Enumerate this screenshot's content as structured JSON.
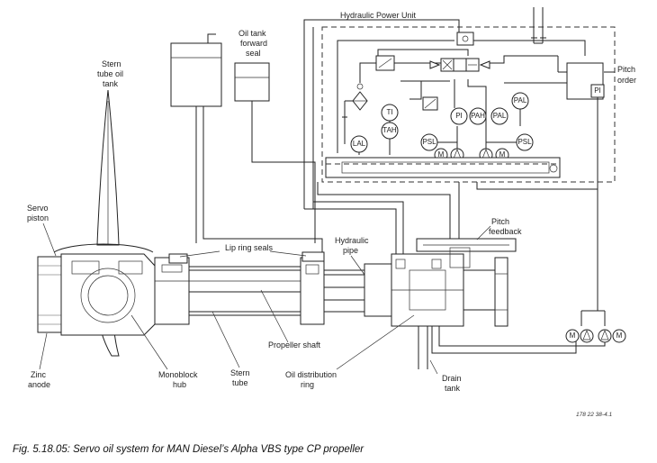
{
  "labels": {
    "hpu": "Hydraulic Power Unit",
    "oil_tank_fwd_1": "Oil tank",
    "oil_tank_fwd_2": "forward",
    "oil_tank_fwd_3": "seal",
    "stern_tube_tank_1": "Stern",
    "stern_tube_tank_2": "tube oil",
    "stern_tube_tank_3": "tank",
    "servo_piston_1": "Servo",
    "servo_piston_2": "piston",
    "pitch_order_1": "Pitch",
    "pitch_order_2": "order",
    "pitch_feedback_1": "Pitch",
    "pitch_feedback_2": "feedback",
    "lip_ring_seals": "Lip ring seals",
    "hydraulic_pipe_1": "Hydraulic",
    "hydraulic_pipe_2": "pipe",
    "propeller_shaft": "Propeller shaft",
    "zinc_anode_1": "Zinc",
    "zinc_anode_2": "anode",
    "monoblock_hub_1": "Monoblock",
    "monoblock_hub_2": "hub",
    "stern_tube_1": "Stern",
    "stern_tube_2": "tube",
    "oil_dist_ring_1": "Oil distribution",
    "oil_dist_ring_2": "ring",
    "drain_tank_1": "Drain",
    "drain_tank_2": "tank"
  },
  "instruments": {
    "ti": "TI",
    "tah": "TAH",
    "lal": "LAL",
    "pi_1": "PI",
    "pah": "PAH",
    "pal_1": "PAL",
    "pal_2": "PAL",
    "psl_1": "PSL",
    "psl_2": "PSL",
    "pi_order": "PI",
    "m_1": "M",
    "m_2": "M",
    "m_3": "M",
    "m_4": "M"
  },
  "reference": "178 22 38-4.1",
  "caption": "Fig. 5.18.05: Servo oil system for MAN Diesel’s Alpha VBS type CP propeller"
}
